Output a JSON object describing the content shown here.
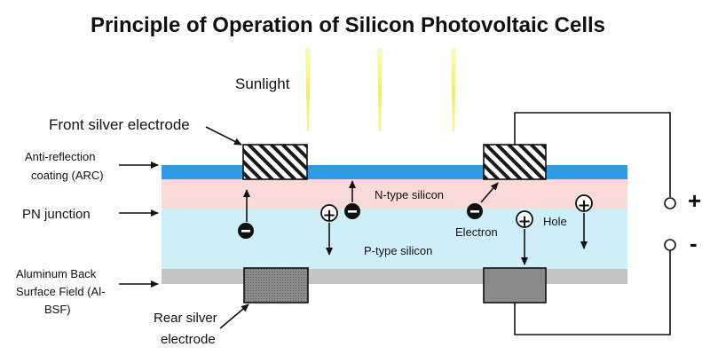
{
  "title": "Principle of Operation of Silicon Photovoltaic Cells",
  "labels": {
    "sunlight": "Sunlight",
    "front_electrode": "Front silver electrode",
    "arc_line1": "Anti-reflection",
    "arc_line2": "coating (ARC)",
    "pn_junction": "PN junction",
    "bsf_line1": "Aluminum Back",
    "bsf_line2": "Surface Field (Al-",
    "bsf_line3": "BSF)",
    "rear_line1": "Rear silver",
    "rear_line2": "electrode",
    "n_type": "N-type silicon",
    "p_type": "P-type silicon",
    "electron": "Electron",
    "hole": "Hole"
  },
  "terminals": {
    "positive": "+",
    "negative": "-"
  },
  "colors": {
    "arc_layer": "#2e9be6",
    "n_layer": "#f9dad6",
    "p_layer": "#cfeff8",
    "bsf_layer": "#c4c4c4",
    "sun_ray": "#f2ef5a",
    "rear_electrode": "#8a8a8a"
  }
}
